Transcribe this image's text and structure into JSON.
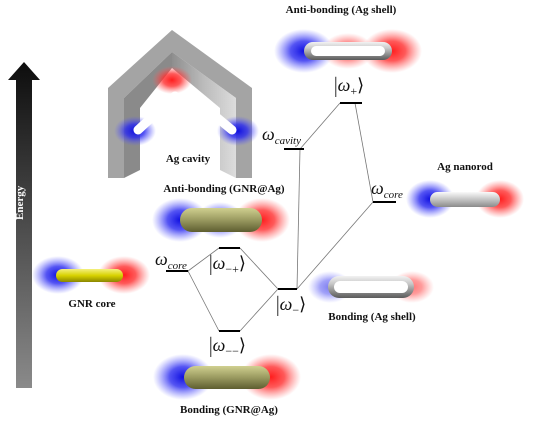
{
  "colors": {
    "positive_charge": "#ff1e1e",
    "negative_charge": "#1e1ef0",
    "gnr": "#d8d200",
    "silver": "#c0c0c0",
    "arrow_top": "#0d0d0d",
    "arrow_bottom": "#8a8a8a"
  },
  "labels": {
    "energy": "Energy",
    "gnr_core": "GNR core",
    "ag_cavity": "Ag cavity",
    "anti_bonding_ag_shell": "Anti-bonding (Ag shell)",
    "anti_bonding_gnr_ag": "Anti-bonding (GNR@Ag)",
    "ag_nanorod": "Ag nanorod",
    "bonding_ag_shell": "Bonding (Ag shell)",
    "bonding_gnr_ag": "Bonding (GNR@Ag)"
  },
  "levels": {
    "omega_symbol": "ω",
    "omega_cavity_sub": "cavity",
    "omega_core_sub": "core",
    "omega_plus_sub": "+",
    "omega_minus_sub": "−",
    "omega_minus_plus_sub": "−+",
    "omega_minus_minus_sub": "−−",
    "ket_bar": "|",
    "ket_close": "⟩"
  }
}
